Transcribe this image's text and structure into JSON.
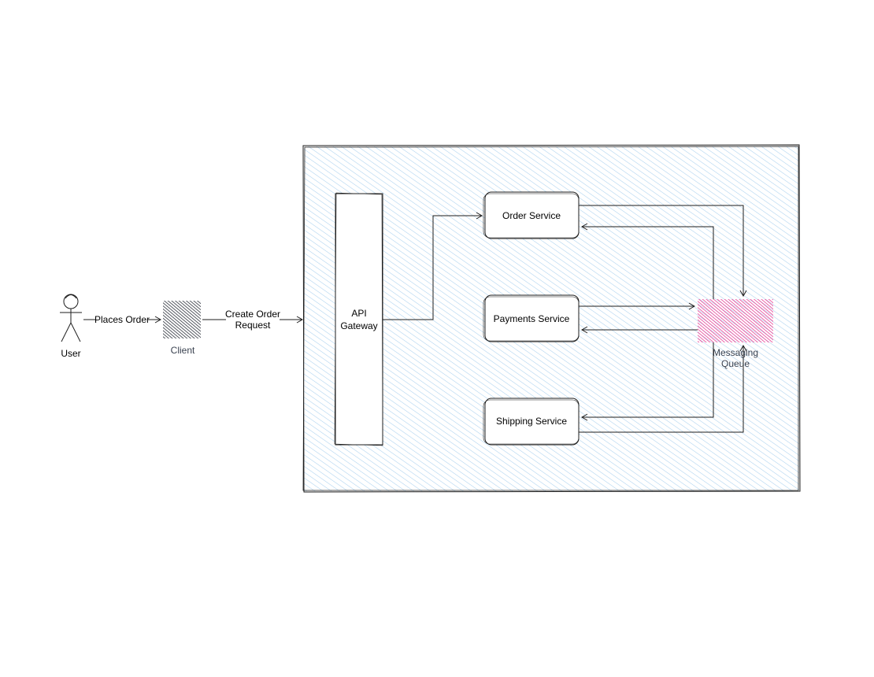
{
  "actor": {
    "label": "User"
  },
  "client": {
    "label": "Client"
  },
  "edges": {
    "places_order": "Places Order",
    "create_order_line1": "Create Order",
    "create_order_line2": "Request"
  },
  "gateway": {
    "line1": "API",
    "line2": "Gateway"
  },
  "services": {
    "order": "Order Service",
    "payments": "Payments Service",
    "shipping": "Shipping Service"
  },
  "queue": {
    "line1": "Messaging",
    "line2": "Queue"
  },
  "colors": {
    "stroke": "#1e1e1e",
    "system_hatch": "#9ec9ea",
    "client_fill": "#343a46",
    "queue_fill": "#e8348f"
  }
}
